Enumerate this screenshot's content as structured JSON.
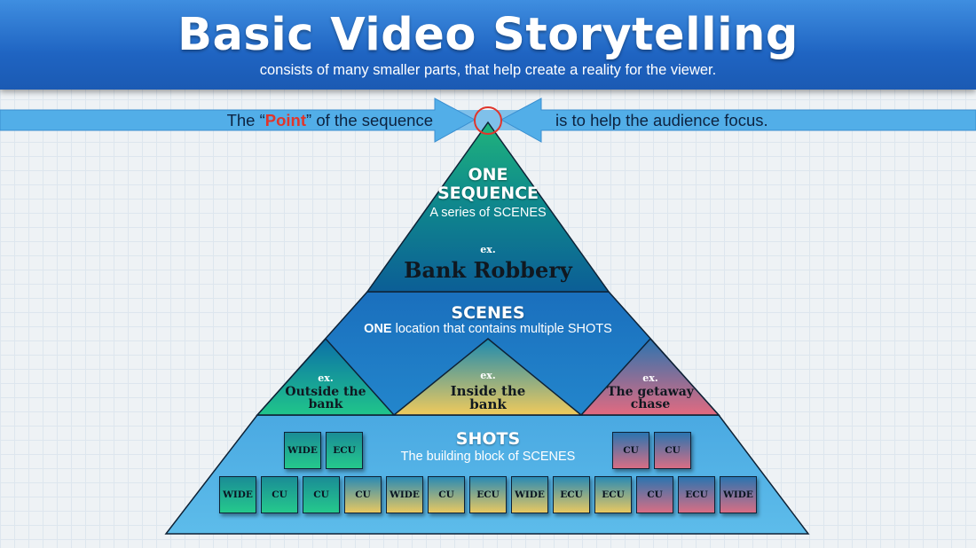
{
  "header": {
    "title": "Basic Video Storytelling",
    "subtitle": "consists of many smaller parts, that help create a reality for the viewer."
  },
  "point_banner": {
    "left_prefix": "The “",
    "highlight": "Point",
    "left_suffix": "” of the sequence",
    "right_text": "is to help the audience focus.",
    "highlight_color": "#e0352b"
  },
  "sequence": {
    "heading_line1": "ONE",
    "heading_line2": "SEQUENCE",
    "description": "A series of SCENES",
    "example_prefix": "ex.",
    "example": "Bank Robbery"
  },
  "scenes": {
    "heading": "SCENES",
    "description_bold": "ONE",
    "description_rest": " location that contains multiple SHOTS",
    "examples": [
      {
        "prefix": "ex.",
        "line1": "Outside the",
        "line2": "bank",
        "color": "#22c28a"
      },
      {
        "prefix": "ex.",
        "line1": "Inside the",
        "line2": "bank",
        "color": "#e8c860"
      },
      {
        "prefix": "ex.",
        "line1": "The getaway",
        "line2": "chase",
        "color": "#d86e84"
      }
    ]
  },
  "shots": {
    "heading": "SHOTS",
    "description": "The building block of SCENES",
    "upper_left": [
      "WIDE",
      "ECU"
    ],
    "upper_right": [
      "CU",
      "CU"
    ],
    "bottom_row": [
      "WIDE",
      "CU",
      "CU",
      "CU",
      "WIDE",
      "CU",
      "ECU",
      "WIDE",
      "ECU",
      "ECU",
      "CU",
      "ECU",
      "WIDE"
    ]
  },
  "colors": {
    "header_blue": "#1f64c2",
    "sequence_teal": "#0e6f8c",
    "scenes_blue": "#1e78c4",
    "shots_blue": "#56b4e8",
    "arrow_blue": "#52aee8"
  }
}
